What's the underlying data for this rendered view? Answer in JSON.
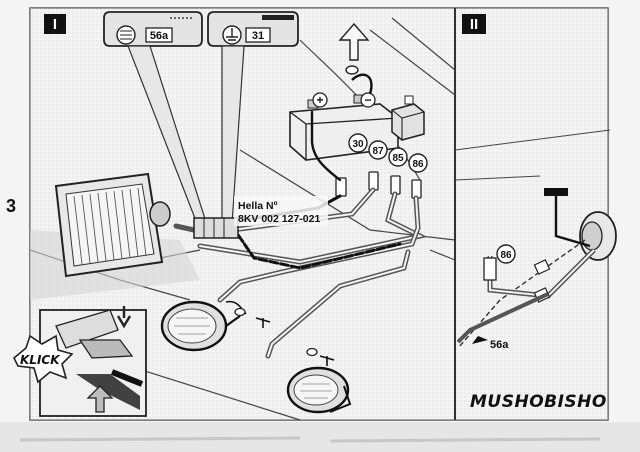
{
  "panels": {
    "left": {
      "label": "I"
    },
    "right": {
      "label": "II"
    }
  },
  "pageMarker": "3",
  "callouts": {
    "highBeam": {
      "terminal": "56a",
      "icon": "high-beam-icon"
    },
    "ground": {
      "terminal": "31",
      "icon": "ground-icon"
    }
  },
  "battery": {
    "positive": "+",
    "negative": "−"
  },
  "terminals": [
    "30",
    "87",
    "85",
    "86"
  ],
  "relayLabel": {
    "line1": "Hella Nº",
    "line2": "8KV 002 127-021"
  },
  "klick": "KLICK",
  "panel2": {
    "terminal": "86",
    "wireLabel": "56a"
  },
  "watermark": "MUSHOBISHO",
  "colors": {
    "ink": "#111111",
    "paper": "#f4f4f4",
    "shade": "#cfcfcf"
  }
}
